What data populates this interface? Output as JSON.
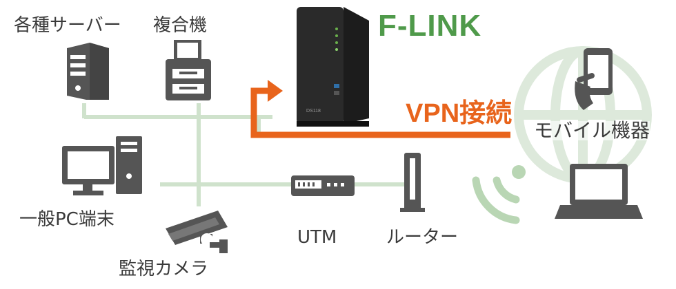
{
  "nodes": {
    "server": "各種サーバー",
    "mfp": "複合機",
    "pc": "一般PC端末",
    "camera": "監視カメラ",
    "utm": "UTM",
    "router": "ルーター",
    "mobile": "モバイル機器"
  },
  "nas": {
    "brand": "F-LINK",
    "model": "DS118"
  },
  "vpn": {
    "label": "VPN接続"
  },
  "colors": {
    "line": "#cfe2cc",
    "vpn": "#e8641c",
    "brand": "#4f9a4a",
    "icon": "#555555",
    "globe": "#d8e8d6"
  }
}
